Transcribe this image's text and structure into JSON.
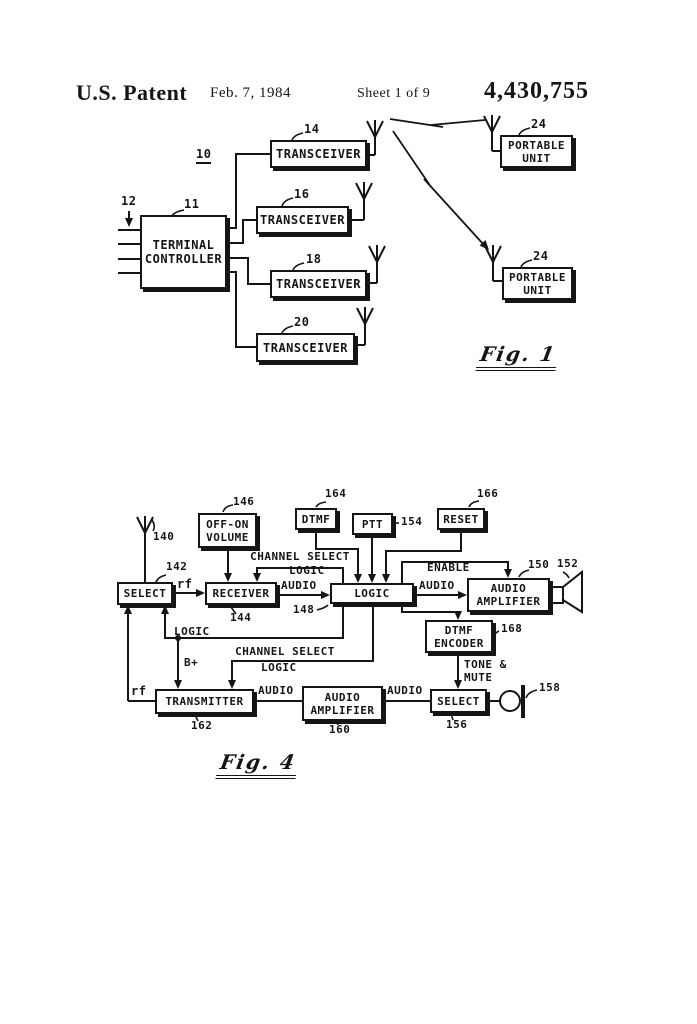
{
  "header": {
    "title": "U.S. Patent",
    "date": "Feb. 7, 1984",
    "sheet": "Sheet 1 of 9",
    "number": "4,430,755"
  },
  "fig1": {
    "caption": "Fig. 1",
    "controller_label": "TERMINAL\nCONTROLLER",
    "transceiver_label": "TRANSCEIVER",
    "portable_label": "PORTABLE\nUNIT",
    "refs": {
      "system": "10",
      "input_lines": "12",
      "controller": "11",
      "t14": "14",
      "t16": "16",
      "t18": "18",
      "t20": "20",
      "pu_top": "24",
      "pu_bottom": "24"
    }
  },
  "fig4": {
    "caption": "Fig. 4",
    "boxes": {
      "select_ant": "SELECT",
      "receiver": "RECEIVER",
      "volume": "OFF-ON\nVOLUME",
      "dtmf": "DTMF",
      "ptt": "PTT",
      "reset": "RESET",
      "logic": "LOGIC",
      "audio_amp_rx": "AUDIO\nAMPLIFIER",
      "dtmf_encoder": "DTMF\nENCODER",
      "transmitter": "TRANSMITTER",
      "audio_amp_tx": "AUDIO\nAMPLIFIER",
      "select_audio": "SELECT"
    },
    "refs": {
      "antenna": "140",
      "select_ant": "142",
      "receiver": "144",
      "volume": "146",
      "logic": "148",
      "audio_amp_rx": "150",
      "speaker": "152",
      "ptt": "154",
      "select_audio": "156",
      "mic": "158",
      "audio_amp_tx": "160",
      "transmitter": "162",
      "dtmf": "164",
      "reset": "166",
      "dtmf_encoder": "168"
    },
    "signals": {
      "rf_rx": "rf",
      "channel_select_rx": "CHANNEL SELECT",
      "logic_rx": "LOGIC",
      "audio_rx": "AUDIO",
      "enable": "ENABLE",
      "audio_out": "AUDIO",
      "logic_fb": "LOGIC",
      "b_plus": "B+",
      "channel_select_tx": "CHANNEL SELECT",
      "logic_tx": "LOGIC",
      "rf_tx": "rf",
      "audio_tx1": "AUDIO",
      "audio_tx2": "AUDIO",
      "tone_mute": "TONE &\nMUTE"
    }
  }
}
